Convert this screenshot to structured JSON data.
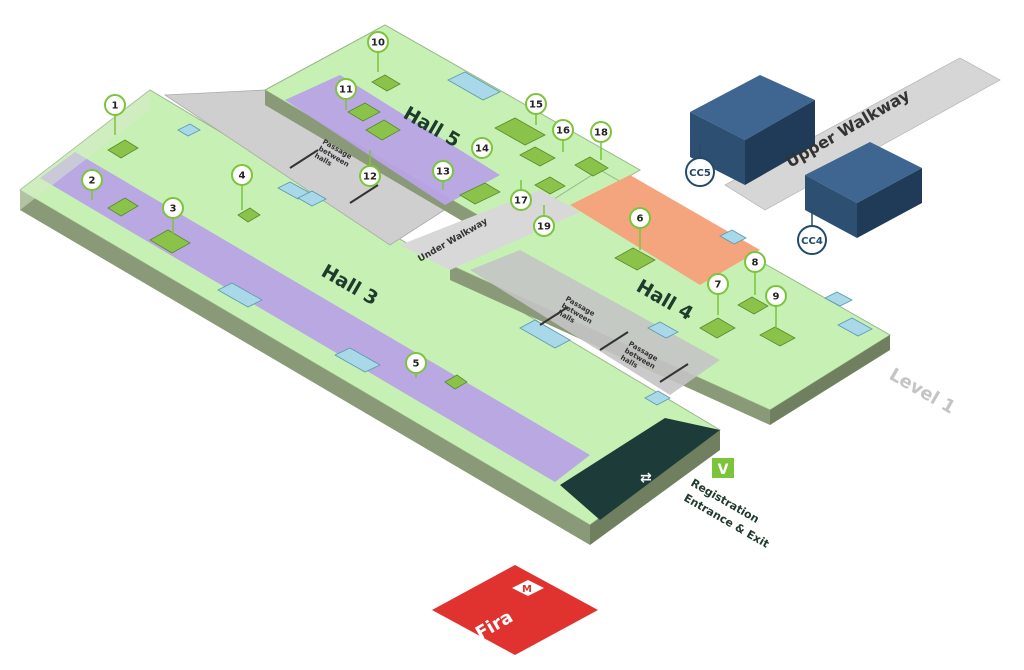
{
  "halls": [
    {
      "name": "Hall 3"
    },
    {
      "name": "Hall 4"
    },
    {
      "name": "Hall 5"
    }
  ],
  "areas": {
    "under_walkway": "Under Walkway",
    "upper_walkway": "Upper Walkway",
    "passage": [
      "Passage",
      "between",
      "halls"
    ],
    "level": "Level 1"
  },
  "entrance": {
    "badge": "V",
    "line1": "Registration",
    "line2": "Entrance & Exit"
  },
  "metro": {
    "letter": "M",
    "name": "Fira",
    "color": "#e0322e"
  },
  "congress_centres": [
    "CC5",
    "CC4"
  ],
  "markers": [
    "1",
    "2",
    "3",
    "4",
    "5",
    "6",
    "7",
    "8",
    "9",
    "10",
    "11",
    "12",
    "13",
    "14",
    "15",
    "16",
    "17",
    "18",
    "19"
  ],
  "colors": {
    "floor_green": "#c6f0b4",
    "purple_zone": "#b9a3e6",
    "orange_zone": "#f4a57e",
    "grey_zone": "#c4c4c4",
    "marker_ring": "#7cc43c",
    "cc_blue": "#2d4f72",
    "metro_red": "#e0322e"
  }
}
